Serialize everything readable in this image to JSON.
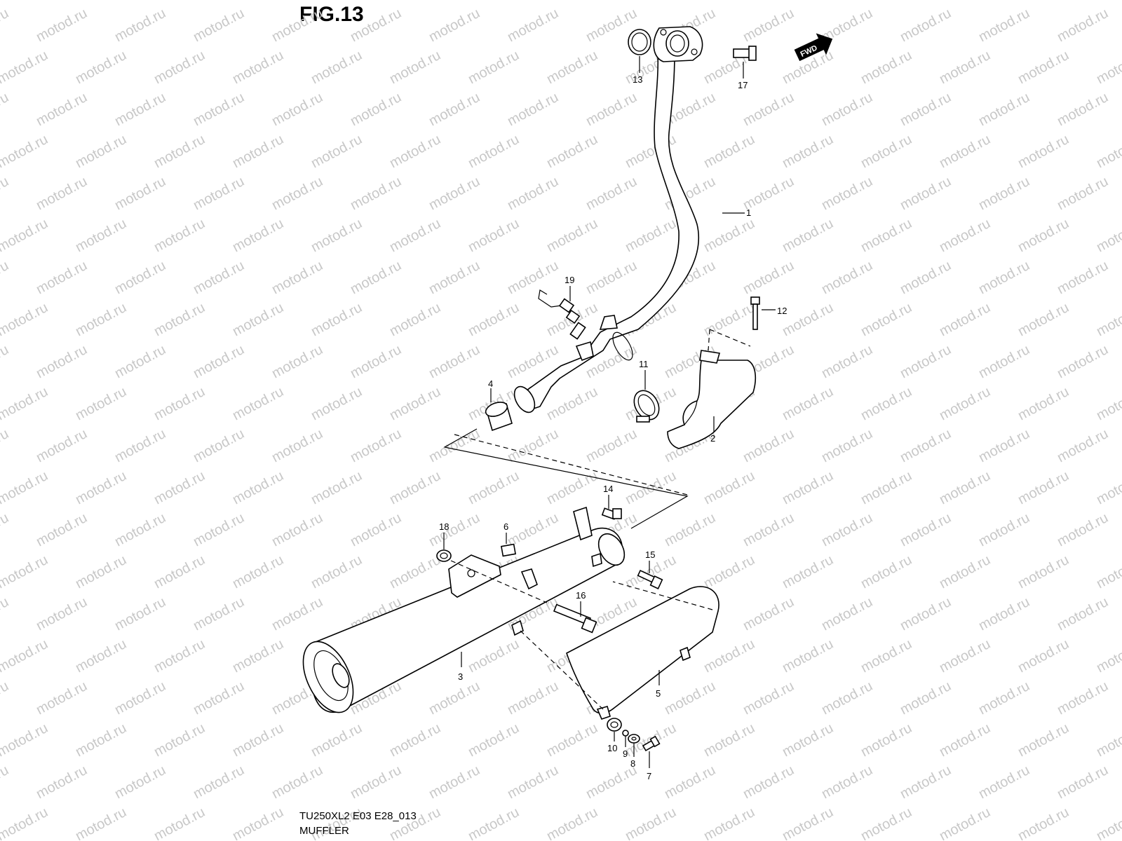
{
  "figure": {
    "title": "FIG.13"
  },
  "footer": {
    "code": "TU250XL2 E03 E28_013",
    "name": "MUFFLER"
  },
  "fwd_badge": {
    "label": "FWD"
  },
  "watermark": {
    "text": "motod.ru"
  },
  "callouts": [
    {
      "id": "1",
      "label": "1"
    },
    {
      "id": "2",
      "label": "2"
    },
    {
      "id": "3",
      "label": "3"
    },
    {
      "id": "4",
      "label": "4"
    },
    {
      "id": "5",
      "label": "5"
    },
    {
      "id": "6",
      "label": "6"
    },
    {
      "id": "7",
      "label": "7"
    },
    {
      "id": "8",
      "label": "8"
    },
    {
      "id": "9",
      "label": "9"
    },
    {
      "id": "10",
      "label": "10"
    },
    {
      "id": "11",
      "label": "11"
    },
    {
      "id": "12",
      "label": "12"
    },
    {
      "id": "13",
      "label": "13"
    },
    {
      "id": "14",
      "label": "14"
    },
    {
      "id": "15",
      "label": "15"
    },
    {
      "id": "16",
      "label": "16"
    },
    {
      "id": "17",
      "label": "17"
    },
    {
      "id": "18",
      "label": "18"
    },
    {
      "id": "19",
      "label": "19"
    }
  ]
}
